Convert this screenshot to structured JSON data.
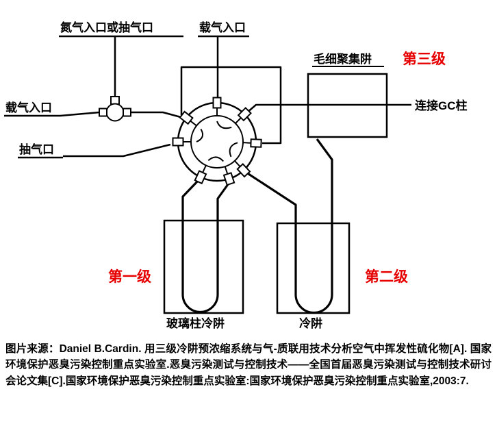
{
  "colors": {
    "accent_red": "#e60000",
    "line_black": "#000000",
    "background": "#ffffff"
  },
  "diagram": {
    "labels": {
      "nitrogen_inlet": "氮气入口或抽气口",
      "carrier_inlet_top": "载气入口",
      "carrier_inlet_left": "载气入口",
      "pump_port": "抽气口",
      "capillary_trap": "毛细聚集阱",
      "stage3": "第三级",
      "gc_column": "连接GC柱",
      "stage1": "第一级",
      "stage2": "第二级",
      "glass_column_trap": "玻璃柱冷阱",
      "cold_trap": "冷阱"
    }
  },
  "caption": {
    "text": "图片来源：Daniel B.Cardin. 用三级冷阱预浓缩系统与气-质联用技术分析空气中挥发性硫化物[A]. 国家环境保护恶臭污染控制重点实验室.恶臭污染测试与控制技术——全国首届恶臭污染测试与控制技术研讨会论文集[C].国家环境保护恶臭污染控制重点实验室:国家环境保护恶臭污染控制重点实验室,2003:7."
  }
}
